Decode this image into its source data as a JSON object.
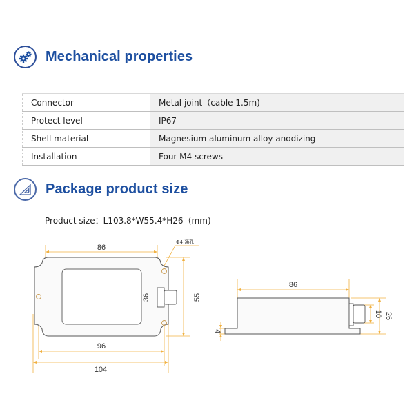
{
  "mechanical": {
    "title": "Mechanical properties",
    "icon": "gears-icon",
    "rows": [
      {
        "label": "Connector",
        "value": "Metal joint（cable 1.5m)"
      },
      {
        "label": "Protect level",
        "value": "IP67"
      },
      {
        "label": "Shell material",
        "value": "Magnesium aluminum alloy anodizing"
      },
      {
        "label": "Installation",
        "value": "Four M4 screws"
      }
    ]
  },
  "package": {
    "title": "Package product size",
    "icon": "set-square-icon",
    "size_text": "Product size：L103.8*W55.4*H26（mm)"
  },
  "drawing": {
    "accent_color": "#f0b040",
    "line_color": "#555555",
    "top_view": {
      "dim_86": "86",
      "dim_96": "96",
      "dim_104": "104",
      "dim_36": "36",
      "dim_55": "55",
      "hole_note": "Φ4 通孔"
    },
    "side_view": {
      "dim_86": "86",
      "dim_10": "10",
      "dim_26": "26",
      "dim_4": "4"
    }
  }
}
